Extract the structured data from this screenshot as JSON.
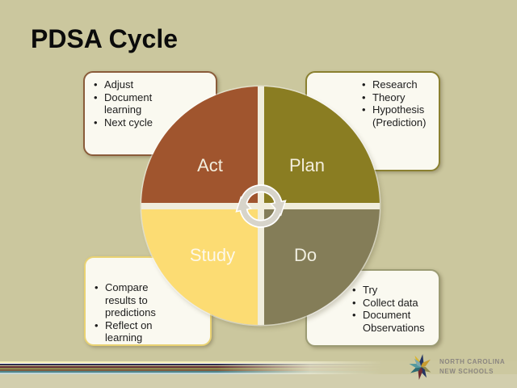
{
  "slide": {
    "title": "PDSA Cycle",
    "background_color": "#cbc79e"
  },
  "diagram": {
    "quadrants": [
      {
        "label": "Act",
        "color": "#a0552e",
        "text_color": "#f3eedd"
      },
      {
        "label": "Plan",
        "color": "#8a7d22",
        "text_color": "#f3eedd"
      },
      {
        "label": "Study",
        "color": "#fcdc73",
        "text_color": "#fdf8ea"
      },
      {
        "label": "Do",
        "color": "#847d58",
        "text_color": "#f0eee0"
      }
    ],
    "divider_color": "#f0eddc",
    "center_icon": "cycle-arrows"
  },
  "notes": {
    "act": {
      "border_color": "#8a5c3a",
      "items": [
        "Adjust",
        "Document learning",
        "Next cycle"
      ]
    },
    "plan": {
      "border_color": "#8a8030",
      "items": [
        "Research",
        "Theory",
        "Hypothesis (Prediction)"
      ]
    },
    "study": {
      "border_color": "#e9d272",
      "items": [
        "Compare results to predictions",
        "Reflect on learning"
      ]
    },
    "do": {
      "border_color": "#9c9c74",
      "items": [
        "Try",
        "Collect data",
        "Document Observations"
      ]
    }
  },
  "footer": {
    "logo": {
      "line1": "NORTH CAROLINA",
      "line2": "NEW SCHOOLS"
    },
    "stripe_colors": [
      "#f2ecb4",
      "#ffffff",
      "#2e3050",
      "#cfc08c",
      "#642e36",
      "#8f8a4e",
      "#7e5e40",
      "#4f868e",
      "#c3d6d8"
    ]
  }
}
